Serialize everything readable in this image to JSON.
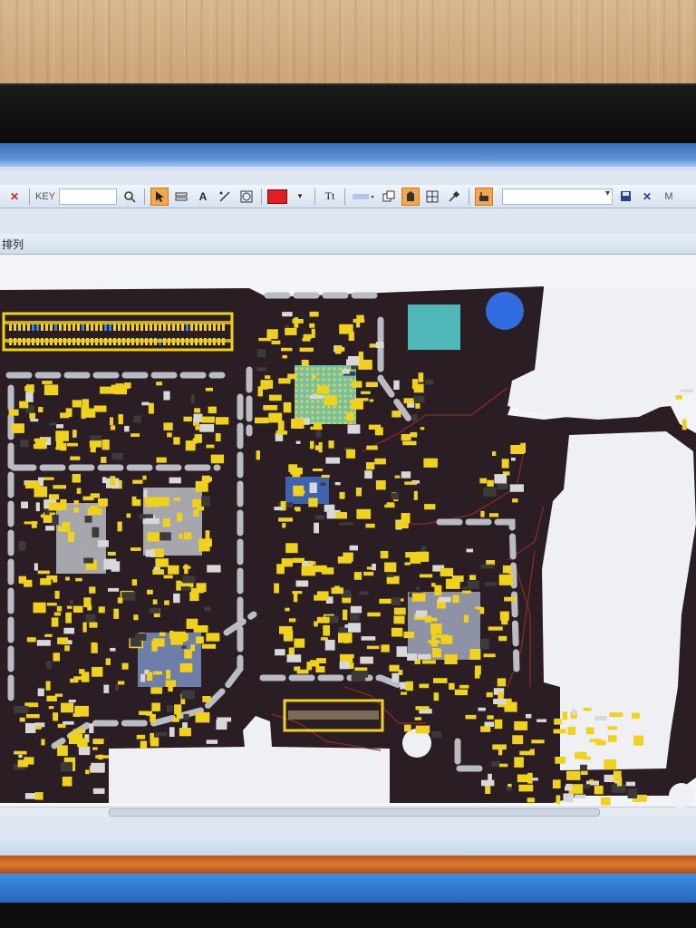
{
  "toolbar": {
    "key_label": "KEY",
    "key_value": "",
    "icons": [
      "close-x-icon",
      "search-icon",
      "select-arrow-icon",
      "layer-icon",
      "text-a-icon",
      "wire-icon",
      "circle-icon",
      "color-icon",
      "text-size-icon",
      "grid-icon",
      "copy-icon",
      "move-icon",
      "table-icon",
      "pin-icon",
      "component-icon",
      "save-icon",
      "close-icon",
      "m-icon"
    ],
    "text_glyph": "A",
    "tt_glyph": "Tt",
    "m_glyph": "M",
    "x_glyph": "✕",
    "accent_color": "#e02020"
  },
  "tab": {
    "label": "排列"
  },
  "colors": {
    "board": "#2a1e24",
    "pad": "#f1d21a",
    "cutout": "#eef0f3",
    "trace": "#8c2b2b",
    "titlebar": "#4a7cc3"
  }
}
